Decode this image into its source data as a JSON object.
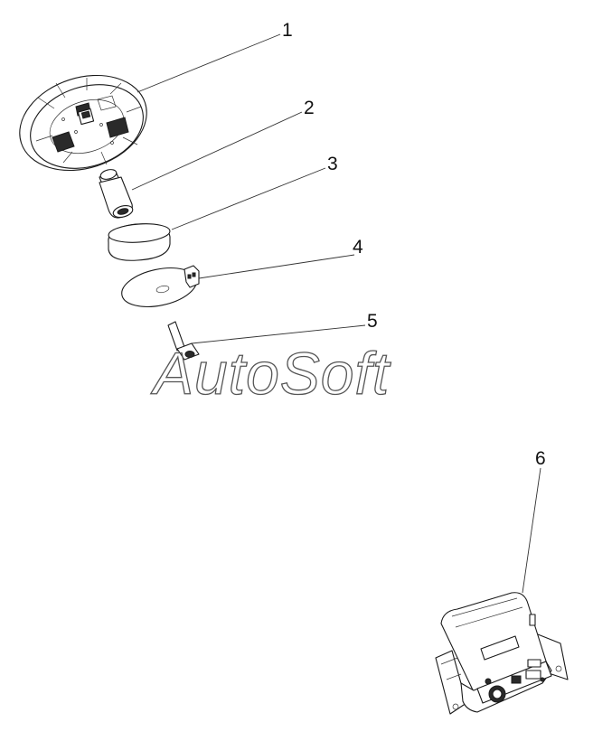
{
  "watermark": "AutoSoft",
  "callouts": [
    {
      "number": "1"
    },
    {
      "number": "2"
    },
    {
      "number": "3"
    },
    {
      "number": "4"
    },
    {
      "number": "5"
    },
    {
      "number": "6"
    }
  ]
}
